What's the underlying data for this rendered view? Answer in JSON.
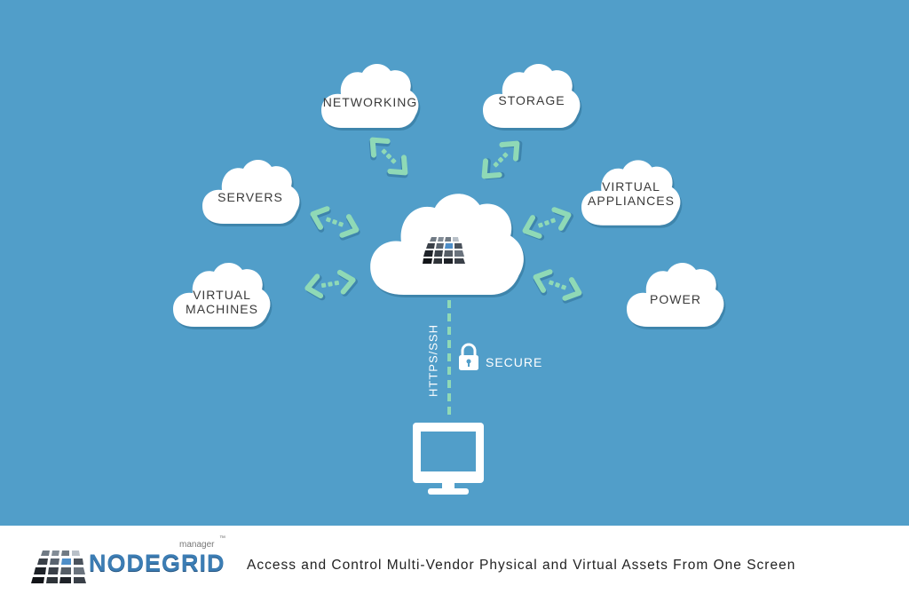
{
  "diagram": {
    "clouds": {
      "networking": [
        "NETWORKING"
      ],
      "storage": [
        "STORAGE"
      ],
      "servers": [
        "SERVERS"
      ],
      "virtual_appliances": [
        "VIRTUAL",
        "APPLIANCES"
      ],
      "virtual_machines": [
        "VIRTUAL",
        "MACHINES"
      ],
      "power": [
        "POWER"
      ]
    },
    "connection": {
      "protocol": "HTTPS/SSH",
      "security": "SECURE"
    },
    "colors": {
      "background": "#519ec9",
      "cloud": "#ffffff",
      "arrow": "#8fd9b6",
      "text": "#3a3a3a"
    }
  },
  "footer": {
    "brand": "NODEGRID",
    "brand_sub": "manager",
    "trademark": "™",
    "tagline": "Access and Control Multi-Vendor Physical and Virtual Assets From One Screen"
  }
}
